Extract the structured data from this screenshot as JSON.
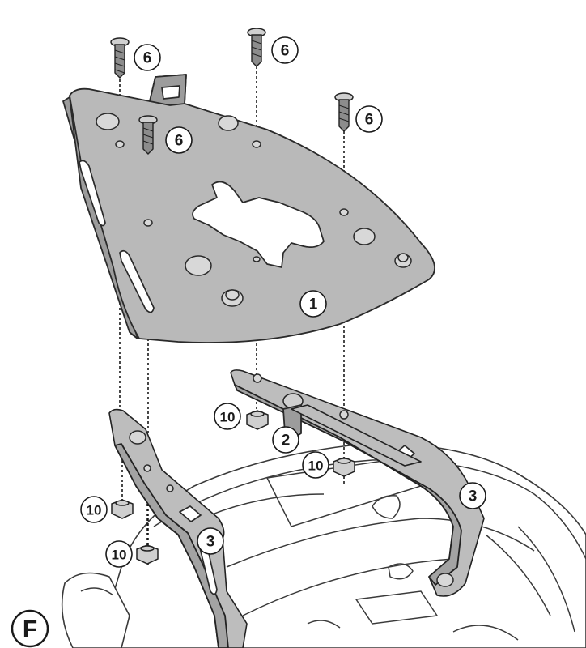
{
  "figure_label": "F",
  "callouts": {
    "plate": "1",
    "spacer": "2",
    "arm_right": "3",
    "arm_left": "3",
    "screw_a": "6",
    "screw_b": "6",
    "screw_c": "6",
    "screw_d": "6",
    "nut_a": "10",
    "nut_b": "10",
    "nut_c": "10",
    "nut_d": "10"
  }
}
